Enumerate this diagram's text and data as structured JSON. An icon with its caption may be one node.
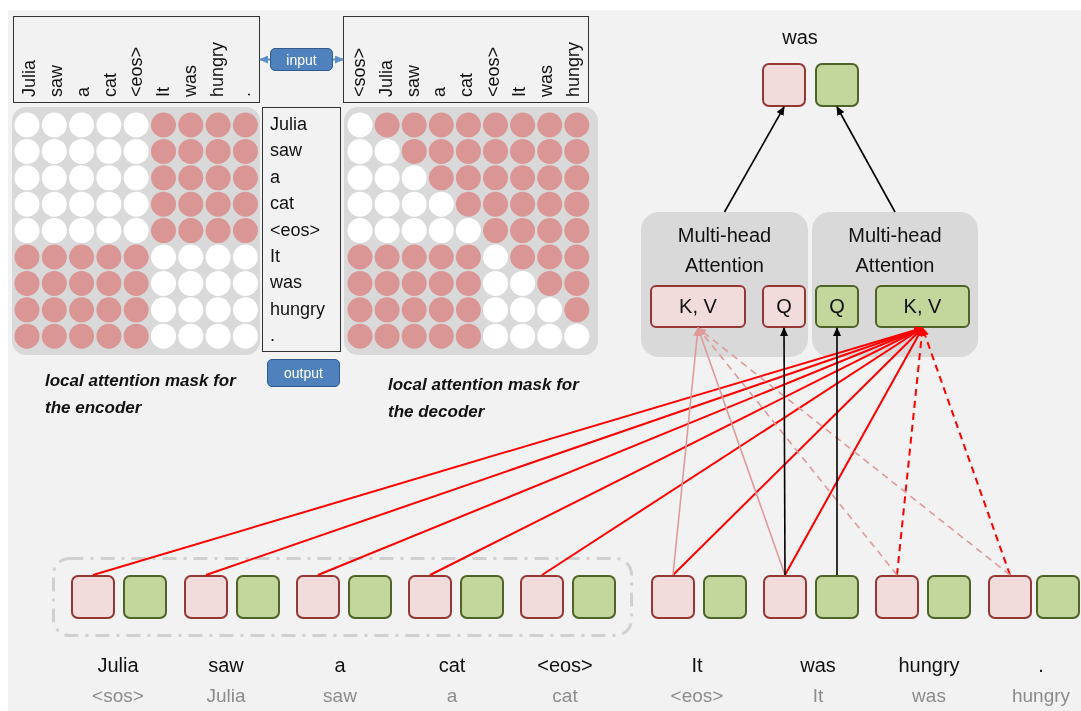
{
  "diagram": {
    "nodes": [
      {
        "text": [
          "Julia",
          "saw",
          "a",
          "cat",
          "<eos>",
          "It",
          "was",
          "hungry",
          "."
        ]
      },
      {
        "text": [
          "input"
        ]
      },
      {
        "text": [
          "<sos>",
          "Julia",
          "saw",
          "a",
          "cat",
          "<eos>",
          "It",
          "was",
          "hungry"
        ]
      },
      {
        "text": [
          "Julia",
          "saw",
          "a",
          "cat",
          "<eos>",
          "It",
          "was",
          "hungry",
          "."
        ]
      },
      {
        "text": [
          "output"
        ]
      },
      {
        "text": [],
        "shape": "box"
      },
      {
        "text": [],
        "shape": "box"
      },
      {
        "text": [
          "Multi-head Attention"
        ]
      },
      {
        "text": [
          "K, V"
        ],
        "in": 7
      },
      {
        "text": [
          "Q"
        ],
        "in": 7
      },
      {
        "text": [
          "Multi-head Attention"
        ]
      },
      {
        "text": [
          "Q"
        ],
        "in": 10
      },
      {
        "text": [
          "K, V"
        ],
        "in": 10
      },
      {
        "text": [],
        "shape": "box"
      },
      {
        "text": [],
        "shape": "box",
        "in": 13
      },
      {
        "text": [],
        "shape": "box",
        "in": 13
      },
      {
        "text": [],
        "shape": "box",
        "in": 13
      },
      {
        "text": [],
        "shape": "box",
        "in": 13
      },
      {
        "text": [],
        "shape": "box",
        "in": 13
      },
      {
        "text": [],
        "shape": "box",
        "in": 13
      },
      {
        "text": [],
        "shape": "box",
        "in": 13
      },
      {
        "text": [],
        "shape": "box",
        "in": 13
      },
      {
        "text": [],
        "shape": "box",
        "in": 13
      },
      {
        "text": [],
        "shape": "box",
        "in": 13
      },
      {
        "text": [],
        "shape": "box"
      },
      {
        "text": [],
        "shape": "box"
      },
      {
        "text": [],
        "shape": "box"
      },
      {
        "text": [],
        "shape": "box"
      },
      {
        "text": [],
        "shape": "box"
      },
      {
        "text": [],
        "shape": "box"
      },
      {
        "text": [],
        "shape": "box"
      },
      {
        "text": [],
        "shape": "box"
      }
    ],
    "edges": [
      {
        "from": 1,
        "to": 0,
        "arrow": "to",
        "color": "#5b8fc7"
      },
      {
        "from": 1,
        "to": 2,
        "arrow": "to",
        "color": "#5b8fc7"
      },
      {
        "from": 7,
        "to": 5,
        "arrow": "to",
        "color": "#000000"
      },
      {
        "from": 10,
        "to": 6,
        "arrow": "to",
        "color": "#000000"
      },
      {
        "from": 14,
        "to": 12,
        "arrow": "to",
        "color": "#ff0000"
      },
      {
        "from": 16,
        "to": 12,
        "arrow": "to",
        "color": "#ff0000"
      },
      {
        "from": 18,
        "to": 12,
        "arrow": "to",
        "color": "#ff0000"
      },
      {
        "from": 20,
        "to": 12,
        "arrow": "to",
        "color": "#ff0000"
      },
      {
        "from": 22,
        "to": 12,
        "arrow": "to",
        "color": "#ff0000"
      },
      {
        "from": 24,
        "to": 12,
        "arrow": "to",
        "color": "#ff0000"
      },
      {
        "from": 26,
        "to": 12,
        "arrow": "to",
        "color": "#ff0000"
      },
      {
        "from": 28,
        "to": 12,
        "arrow": "to",
        "style": "dashed",
        "color": "#ff0000"
      },
      {
        "from": 30,
        "to": 12,
        "arrow": "to",
        "style": "dashed",
        "color": "#ff0000"
      },
      {
        "from": 24,
        "to": 8,
        "arrow": "to",
        "color": "#e09a9a"
      },
      {
        "from": 26,
        "to": 8,
        "arrow": "to",
        "color": "#e09a9a"
      },
      {
        "from": 28,
        "to": 8,
        "arrow": "to",
        "style": "dashed",
        "color": "#e09a9a"
      },
      {
        "from": 30,
        "to": 8,
        "arrow": "to",
        "style": "dashed",
        "color": "#e09a9a"
      },
      {
        "from": 26,
        "to": 9,
        "arrow": "to",
        "color": "#000000"
      },
      {
        "from": 27,
        "to": 11,
        "arrow": "to",
        "color": "#000000"
      }
    ],
    "labels": [
      "was",
      "local attention mask for the encoder",
      "local attention mask for the decoder",
      "Julia",
      "saw",
      "a",
      "cat",
      "<eos>",
      "It",
      "was",
      "hungry",
      ".",
      "<sos>",
      "Julia",
      "saw",
      "a",
      "cat",
      "<eos>",
      "It",
      "was",
      "hungry"
    ]
  }
}
